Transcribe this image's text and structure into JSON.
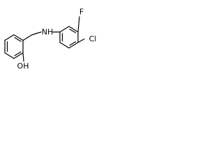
{
  "molecule": {
    "atoms": {
      "cl": "Cl",
      "f": "F",
      "nh": "NH",
      "oh": "OH"
    }
  }
}
